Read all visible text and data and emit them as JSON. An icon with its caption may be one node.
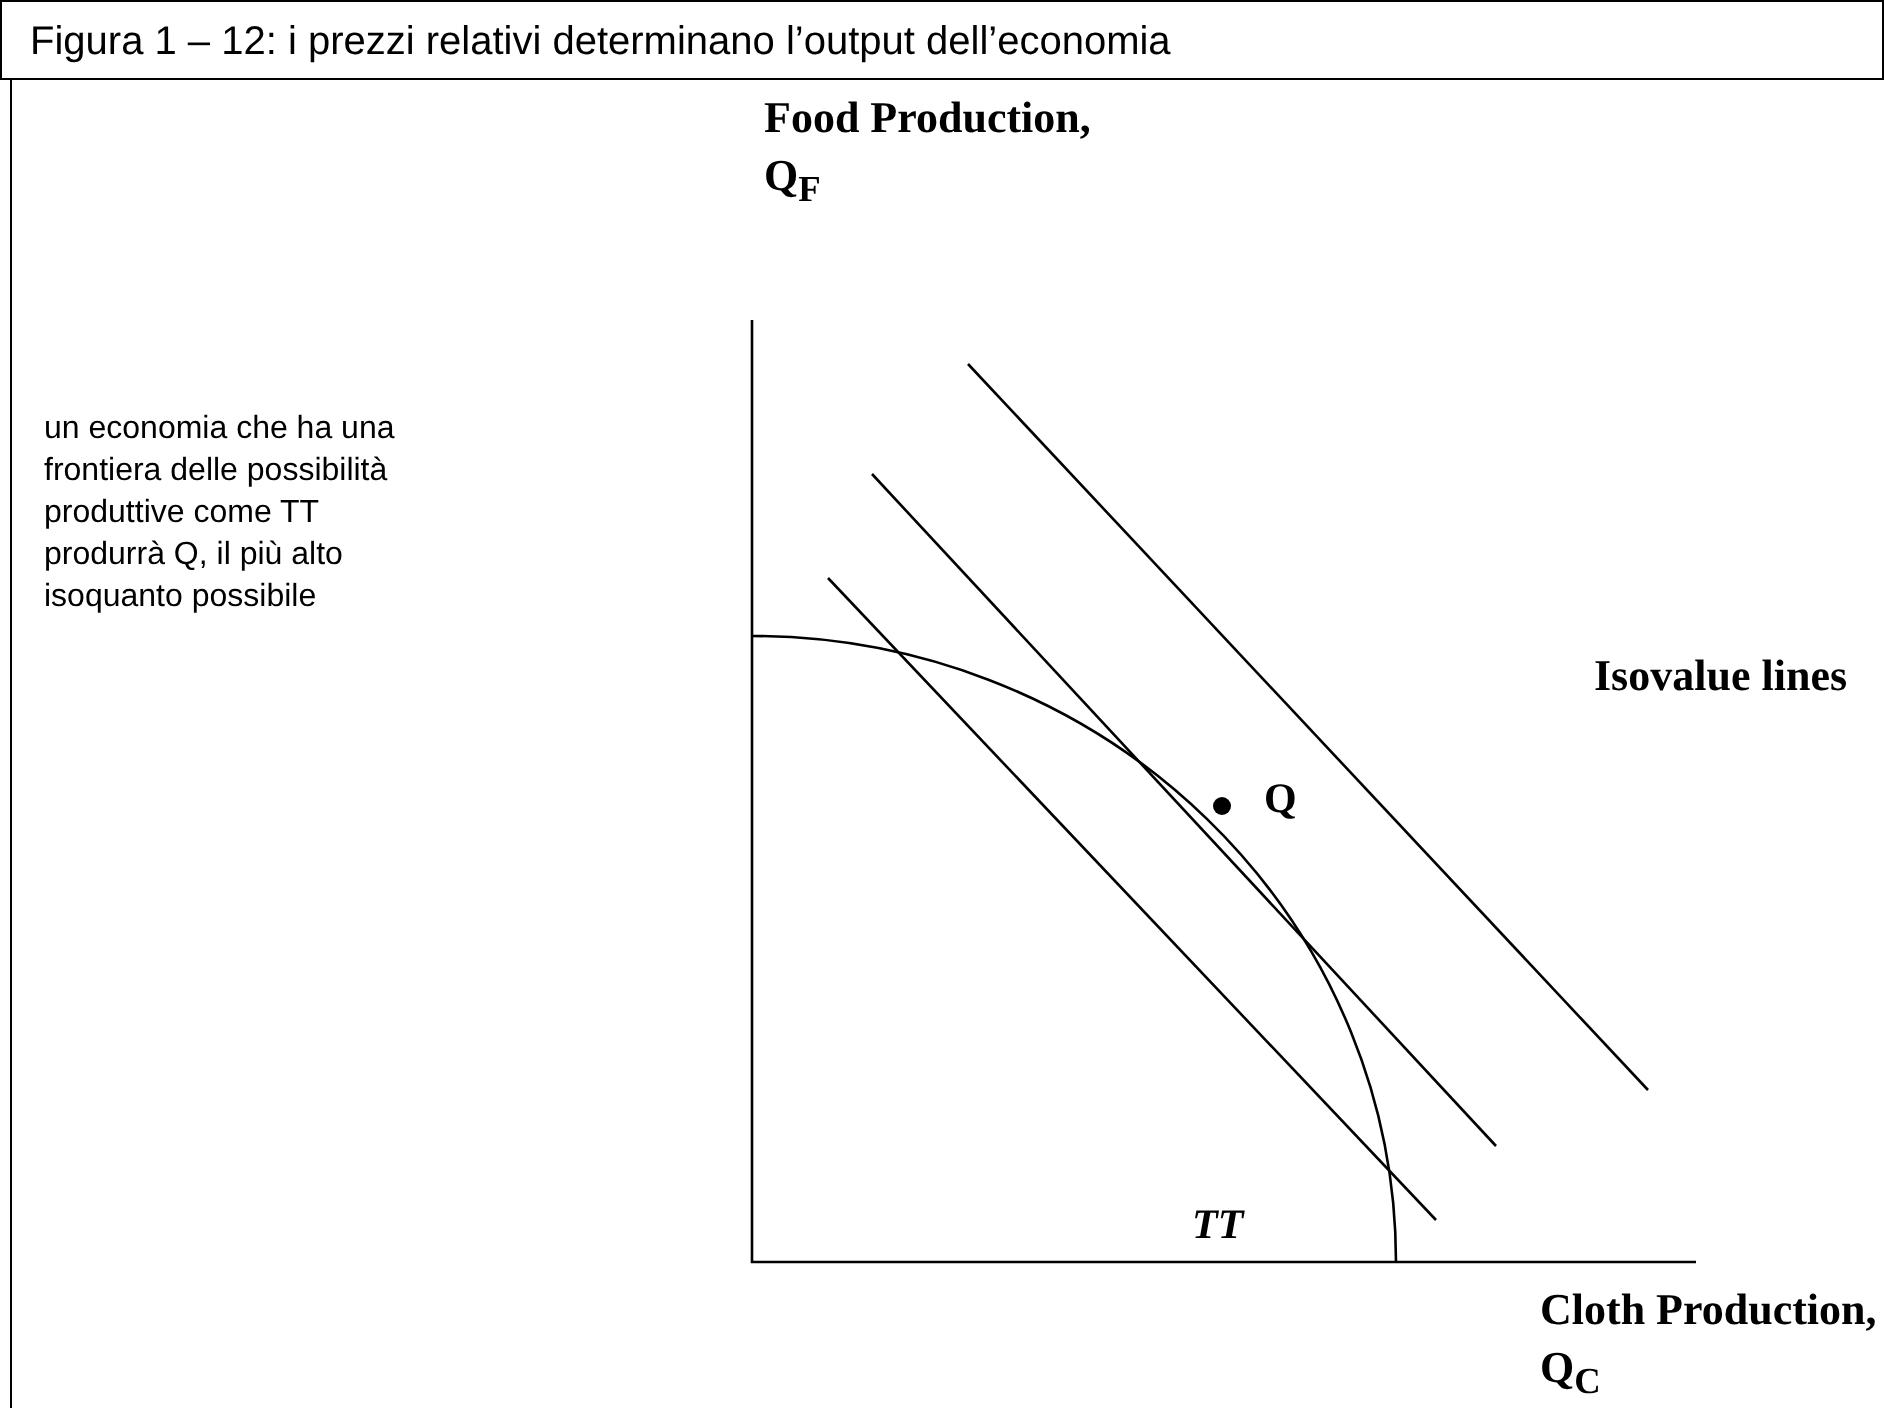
{
  "diagram": {
    "title": "Figura 1 – 12: i prezzi relativi determinano l’output dell’economia",
    "labels": [
      "Food Production, Q$_{F}$",
      "un economia che ha una frontiera delle possibilità produttive come TT produrrà Q, il più alto isoquanto possibile",
      "Isovalue lines",
      "Q",
      "TT",
      "Cloth Production, Q$_{C}$"
    ]
  }
}
